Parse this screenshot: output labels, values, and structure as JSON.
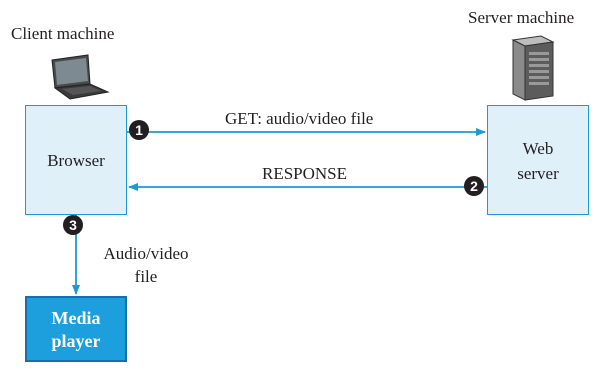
{
  "labels": {
    "client_machine": "Client machine",
    "server_machine": "Server machine",
    "get_request": "GET: audio/video file",
    "response": "RESPONSE",
    "audio_video_line1": "Audio/video",
    "audio_video_line2": "file"
  },
  "boxes": {
    "browser": "Browser",
    "web_server_line1": "Web",
    "web_server_line2": "server",
    "media_player_line1": "Media",
    "media_player_line2": "player"
  },
  "steps": [
    "1",
    "2",
    "3"
  ],
  "colors": {
    "arrow": "#1a9ad6",
    "box_fill": "#dff0f8",
    "box_border": "#1a9ad6",
    "media_fill": "#1c9fdc",
    "step_badge": "#231f20"
  },
  "icons": {
    "client": "laptop-icon",
    "server": "server-tower-icon"
  }
}
